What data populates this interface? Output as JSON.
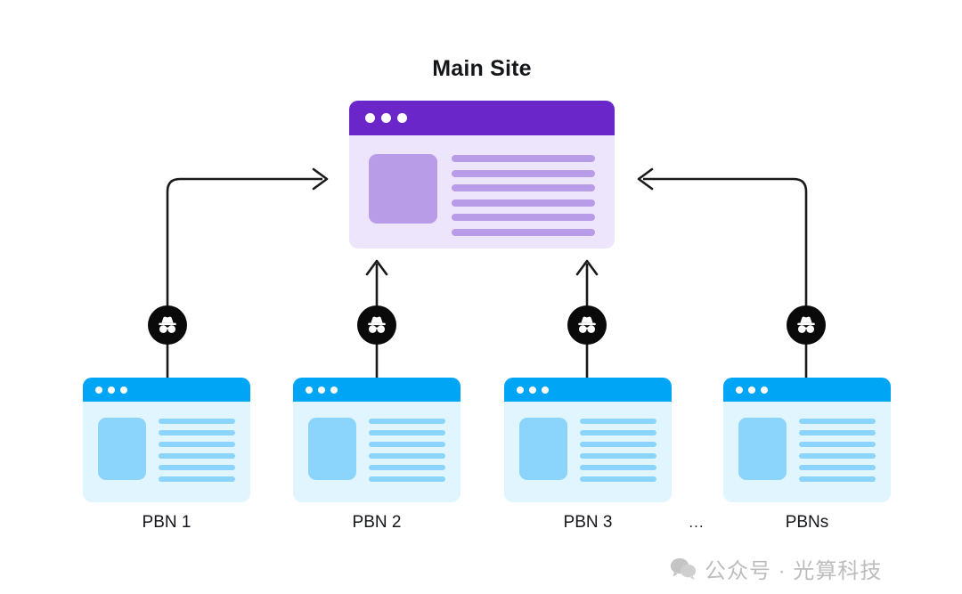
{
  "diagram": {
    "title": "Main Site",
    "main_site": {
      "label": "Main Site",
      "header_color": "#6B26C9",
      "body_color": "#EDE5FB",
      "accent_color": "#B99CE8",
      "dot_count": 3,
      "line_count": 6
    },
    "pbn_nodes": [
      {
        "label": "PBN 1",
        "header_color": "#00A5F5",
        "body_color": "#E0F5FD",
        "accent_color": "#8BD4FB",
        "dot_count": 3,
        "line_count": 6,
        "badge": "incognito-icon",
        "arrow": "elbow-up-right"
      },
      {
        "label": "PBN 2",
        "header_color": "#00A5F5",
        "body_color": "#E0F5FD",
        "accent_color": "#8BD4FB",
        "dot_count": 3,
        "line_count": 6,
        "badge": "incognito-icon",
        "arrow": "straight-up"
      },
      {
        "label": "PBN 3",
        "header_color": "#00A5F5",
        "body_color": "#E0F5FD",
        "accent_color": "#8BD4FB",
        "dot_count": 3,
        "line_count": 6,
        "badge": "incognito-icon",
        "arrow": "straight-up"
      },
      {
        "label": "PBNs",
        "header_color": "#00A5F5",
        "body_color": "#E0F5FD",
        "accent_color": "#8BD4FB",
        "dot_count": 3,
        "line_count": 6,
        "badge": "incognito-icon",
        "arrow": "elbow-up-left"
      }
    ],
    "ellipsis": "...",
    "arrow_color": "#1a1a1a",
    "badge_color": "#0a0a0a"
  },
  "watermark": {
    "icon": "wechat-icon",
    "text": "公众号 · 光算科技",
    "color": "#bdbdbd"
  }
}
